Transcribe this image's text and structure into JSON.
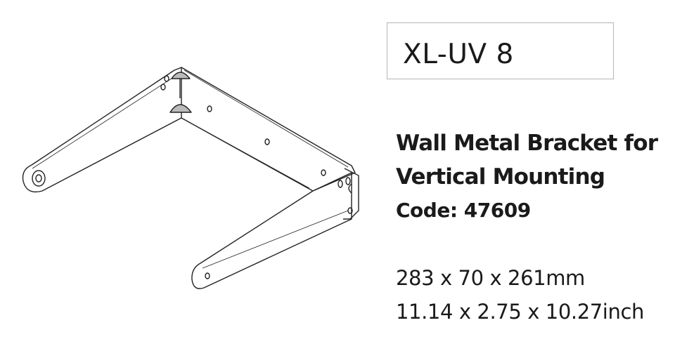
{
  "product": {
    "model": "XL-UV 8",
    "title_line1": "Wall Metal Bracket for",
    "title_line2": "Vertical Mounting",
    "code": "Code: 47609",
    "dimensions_mm": "283 x 70 x 261mm",
    "dimensions_inch": "11.14 x 2.75 x 10.27inch"
  }
}
